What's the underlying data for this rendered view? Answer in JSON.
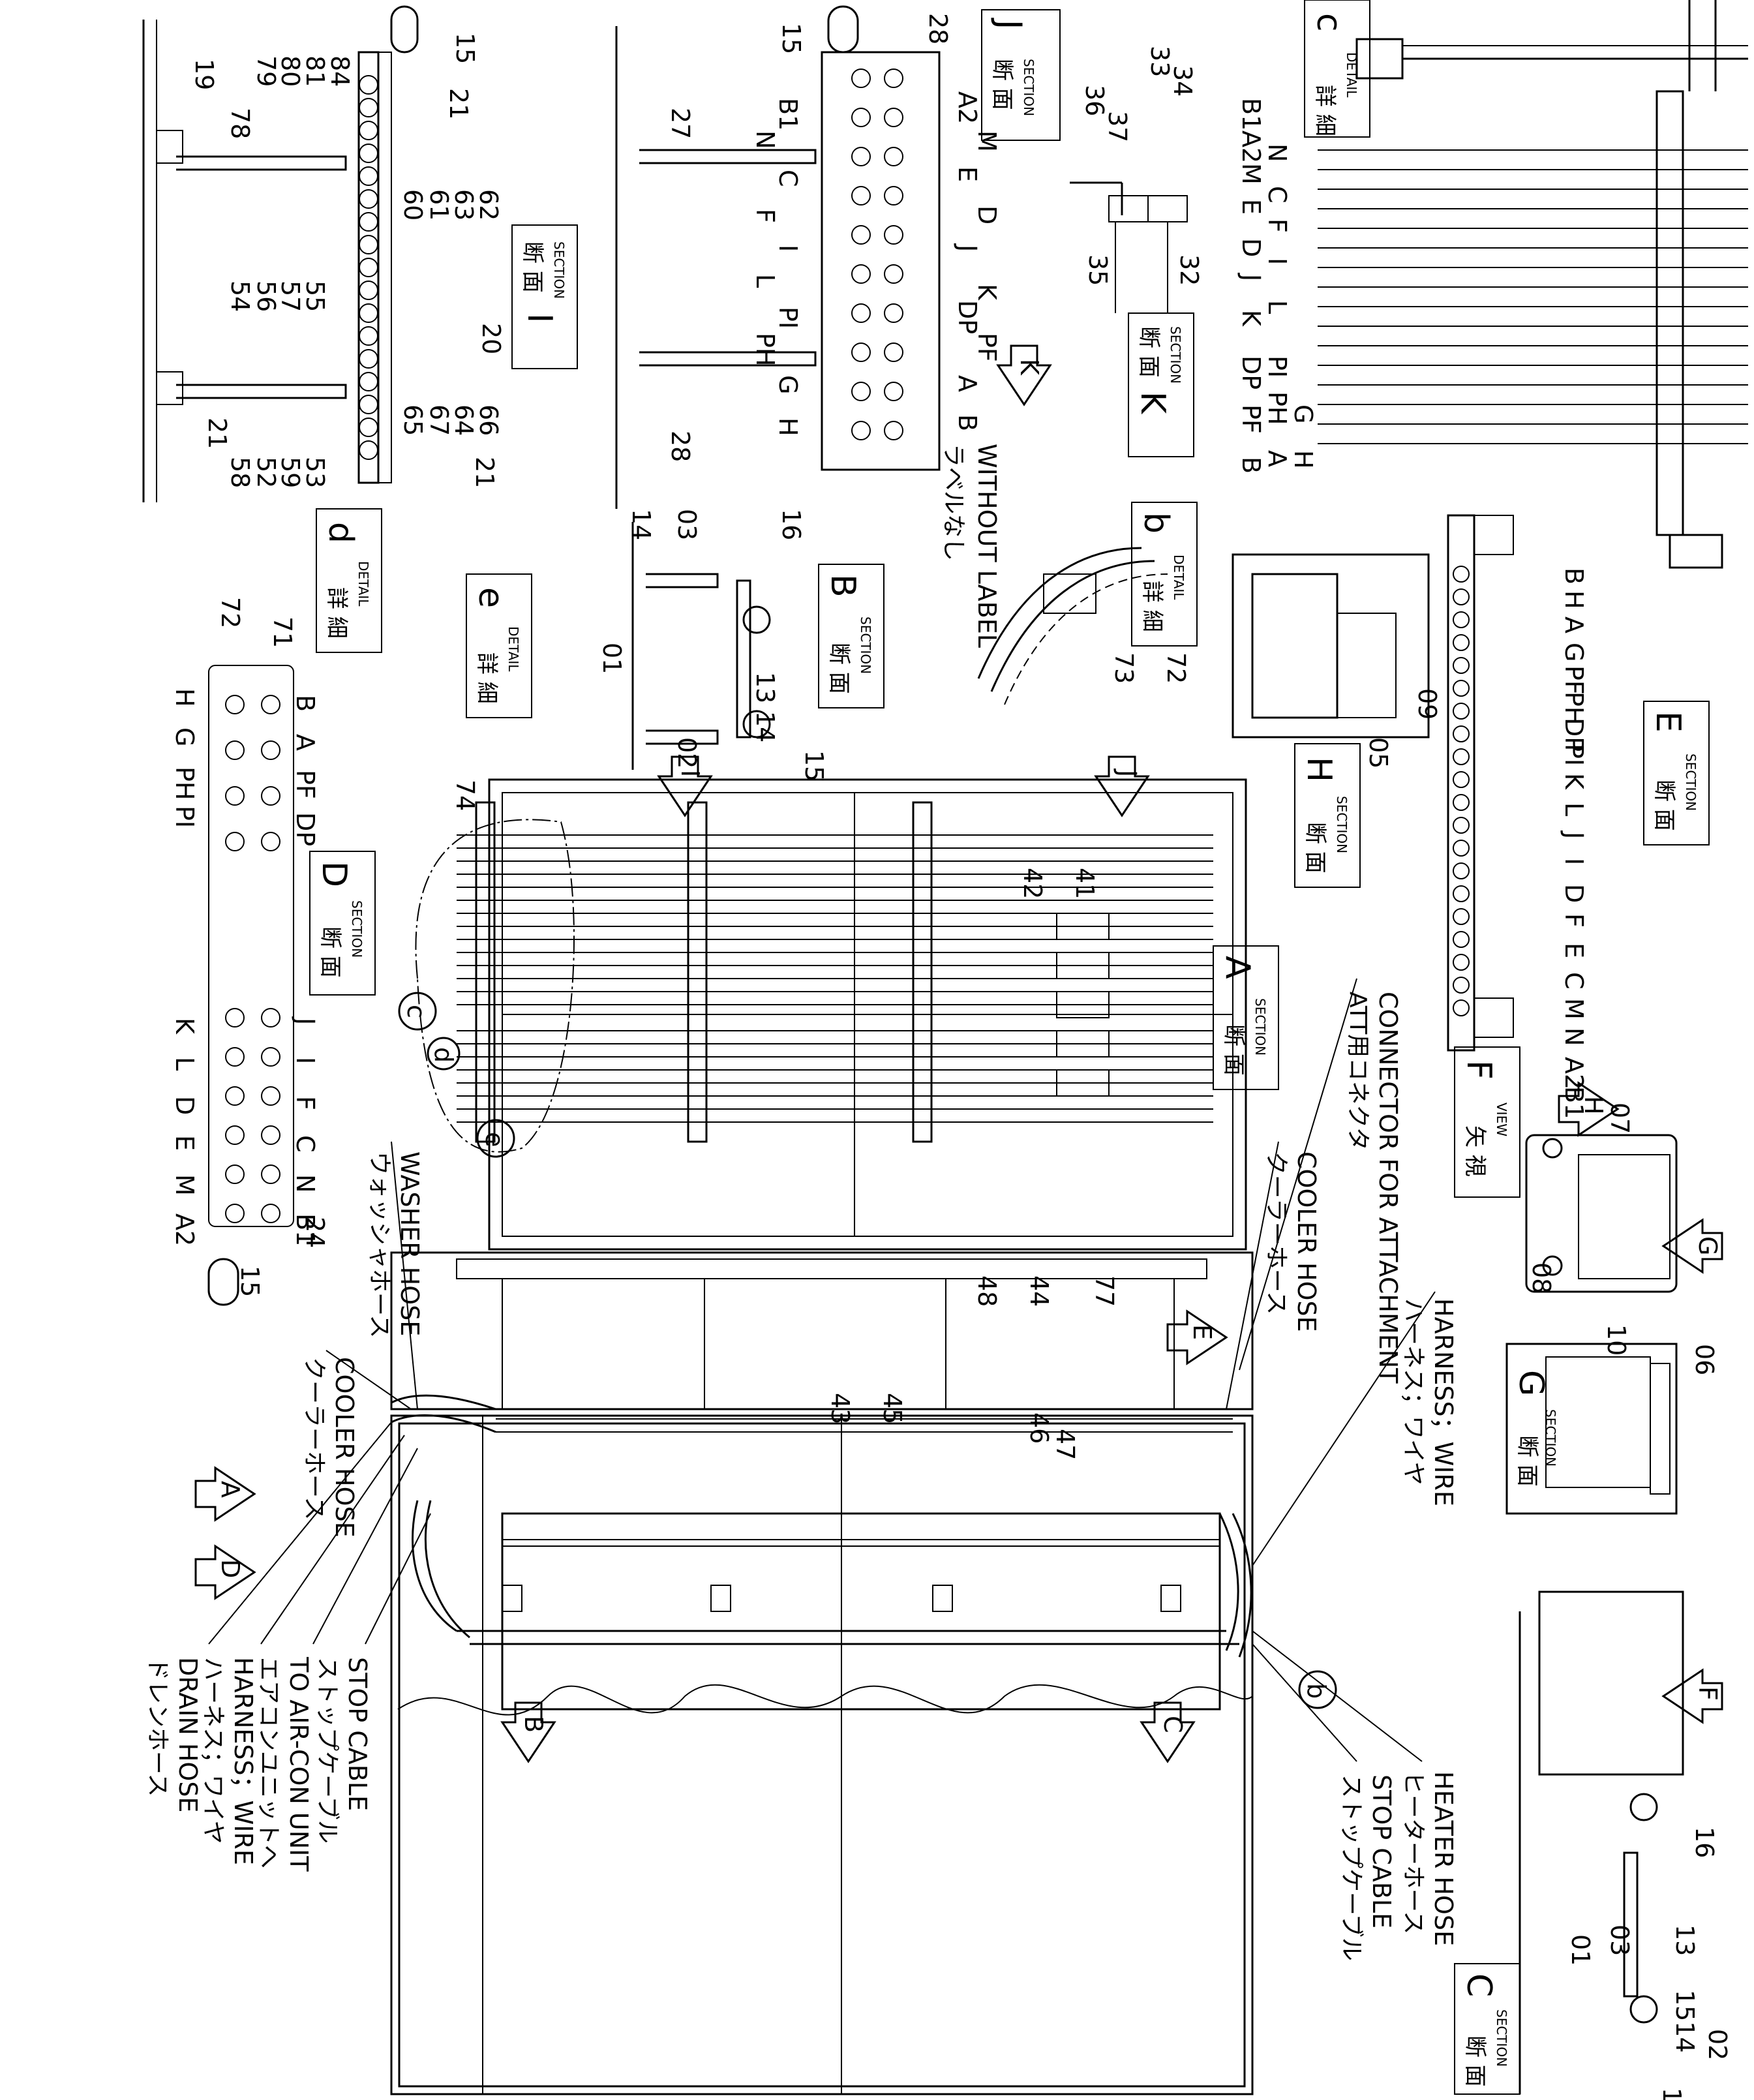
{
  "callouts": {
    "c01": "01",
    "c02": "02",
    "c03": "03",
    "c05": "05",
    "c06": "06",
    "c07": "07",
    "c08": "08",
    "c09": "09",
    "c10": "10",
    "c13": "13",
    "c14": "14",
    "c15": "15",
    "c16": "16",
    "c19": "19",
    "c20": "20",
    "c21": "21",
    "c24": "24",
    "c27": "27",
    "c28": "28",
    "c32": "32",
    "c33": "33",
    "c34": "34",
    "c35": "35",
    "c36": "36",
    "c37": "37",
    "c41": "41",
    "c42": "42",
    "c43": "43",
    "c44": "44",
    "c45": "45",
    "c46": "46",
    "c47": "47",
    "c48": "48",
    "c52": "52",
    "c53": "53",
    "c54": "54",
    "c55": "55",
    "c56": "56",
    "c57": "57",
    "c58": "58",
    "c59": "59",
    "c60": "60",
    "c61": "61",
    "c62": "62",
    "c63": "63",
    "c64": "64",
    "c65": "65",
    "c66": "66",
    "c67": "67",
    "c71": "71",
    "c72": "72",
    "c73": "73",
    "c74": "74",
    "c77": "77",
    "c78": "78",
    "c79": "79",
    "c80": "80",
    "c81": "81",
    "c84": "84",
    "c1514": "1514",
    "c13b": "13"
  },
  "ports": {
    "sectionJ_top": [
      "B1",
      "N",
      "C",
      "F",
      "I",
      "L",
      "PI",
      "PH",
      "G",
      "H"
    ],
    "sectionJ_bottom": [
      "A2",
      "M",
      "E",
      "D",
      "J",
      "K",
      "DP",
      "PF",
      "A",
      "B"
    ],
    "sectionE": [
      "B",
      "H",
      "A",
      "G",
      "PF",
      "PH",
      "DP",
      "PI",
      "K",
      "L",
      "J",
      "I",
      "D",
      "F",
      "E",
      "C",
      "M",
      "N",
      "A2",
      "B1"
    ],
    "detailC": [
      "B",
      "A",
      "H",
      "PF",
      "G",
      "PH",
      "DP",
      "PI",
      "K",
      "L",
      "J",
      "I",
      "D",
      "F",
      "E",
      "C",
      "M",
      "N",
      "A2",
      "B1"
    ],
    "sectionD_top": [
      "PI",
      "PH",
      "G",
      "H"
    ],
    "sectionD_bottom": [
      "DP",
      "PF",
      "A",
      "B"
    ],
    "sectionD2_top": [
      "K",
      "L",
      "D",
      "E",
      "M",
      "A2"
    ],
    "sectionD2_bottom": [
      "J",
      "I",
      "F",
      "C",
      "N",
      "B1"
    ]
  },
  "sections": {
    "dan_men": "断 面",
    "section": "SECTION",
    "shou_sai": "詳 細",
    "detail": "DETAIL",
    "ya_shi": "矢 視",
    "view": "VIEW",
    "A": "A",
    "B": "B",
    "C": "C",
    "D": "D",
    "E": "E",
    "F": "F",
    "G": "G",
    "H": "H",
    "I": "I",
    "J": "J",
    "K": "K",
    "b": "b",
    "c": "c",
    "d": "d",
    "e": "e"
  },
  "labels": {
    "drain_jp": "ドレンホース",
    "drain_en": "DRAIN HOSE",
    "harness_jp": "ハーネス；ワイヤ",
    "harness_en": "HARNESS；WIRE",
    "aircon_jp": "エアコンユニットへ",
    "aircon_en": "TO AIR-CON UNIT",
    "stop_jp": "ストップケーブル",
    "stop_en": "STOP CABLE",
    "cooler_jp": "クーラーホース",
    "cooler_en": "COOLER HOSE",
    "washer_jp": "ウォッシャホース",
    "washer_en": "WASHER HOSE",
    "att_jp": "ATT用コネクタ",
    "att_en": "CONNECTOR FOR ATTACHMENT",
    "heater_jp": "ヒーターホース",
    "heater_en": "HEATER HOSE",
    "nolabel_jp": "ラベルなし",
    "nolabel_en": "WITHOUT LABEL"
  }
}
